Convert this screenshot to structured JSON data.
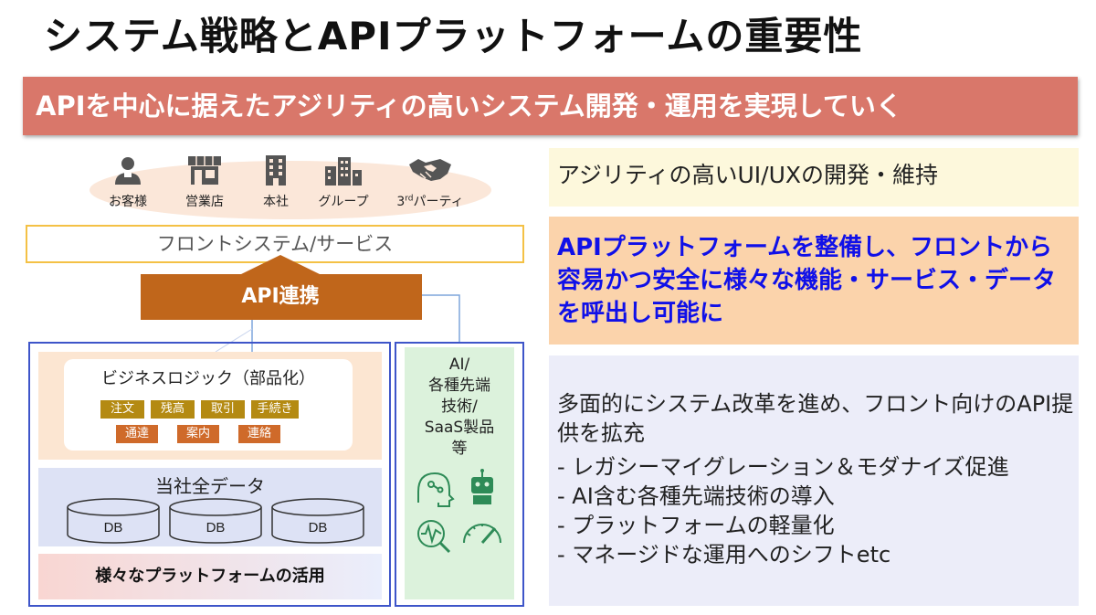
{
  "title": "システム戦略とAPIプラットフォームの重要性",
  "banner": "APIを中心に据えたアジリティの高いシステム開発・運用を実現していく",
  "users": [
    {
      "label": "お客様",
      "icon": "customer-icon"
    },
    {
      "label": "営業店",
      "icon": "store-icon"
    },
    {
      "label": "本社",
      "icon": "building-icon"
    },
    {
      "label": "グループ",
      "icon": "group-buildings-icon"
    },
    {
      "label_base": "3",
      "label_sup": "rd",
      "label_rest": "パーティ",
      "icon": "handshake-icon"
    }
  ],
  "front_system": "フロントシステム/サービス",
  "api_link": "API連携",
  "business_logic": {
    "title": "ビジネスロジック（部品化）",
    "tags_row1": [
      "注文",
      "残高",
      "取引",
      "手続き"
    ],
    "tags_row2": [
      "通達",
      "案内",
      "連絡"
    ]
  },
  "company_data": {
    "title": "当社全データ",
    "db_labels": [
      "DB",
      "DB",
      "DB"
    ]
  },
  "platform_label": "様々なプラットフォームの活用",
  "tech_box": {
    "lines": [
      "AI/",
      "各種先端",
      "技術/",
      "SaaS製品",
      "等"
    ],
    "icons": [
      "ai-brain-icon",
      "robot-icon",
      "analytics-search-icon",
      "speed-gauge-icon"
    ]
  },
  "right_panels": {
    "agility": "アジリティの高いUI/UXの開発・維持",
    "api_platform": "APIプラットフォームを整備し、フロントから容易かつ安全に様々な機能・サービス・データを呼出し可能に",
    "reform_heading": "多面的にシステム改革を進め、フロント向けのAPI提供を拡充",
    "reform_items": [
      "- レガシーマイグレーション＆モダナイズ促進",
      "- AI含む各種先端技術の導入",
      "- プラットフォームの軽量化",
      "- マネージドな運用へのシフトetc"
    ]
  },
  "colors": {
    "banner": "#d9776a",
    "api_arrow": "#c0661b",
    "blue_border": "#3e55c9",
    "front_border": "#f4c145",
    "highlight_text": "#1010e8"
  }
}
